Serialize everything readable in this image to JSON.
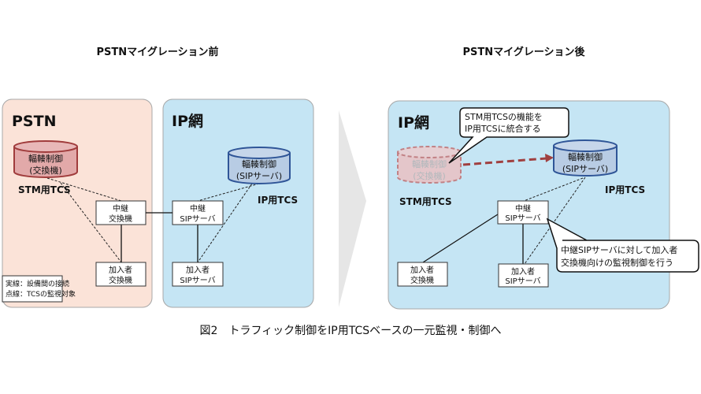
{
  "titles": {
    "before": "PSTNマイグレーション前",
    "after": "PSTNマイグレーション後"
  },
  "caption": "図2　トラフィック制御をIP用TCSベースの一元監視・制御へ",
  "before": {
    "pstn": {
      "label": "PSTN",
      "tcs_db": {
        "line1": "輻輳制御",
        "line2": "(交換機)"
      },
      "tcs_label": "STM用TCS",
      "relay": {
        "line1": "中継",
        "line2": "交換機"
      },
      "subscriber": {
        "line1": "加入者",
        "line2": "交換機"
      },
      "legend": {
        "solid": "実線：設備間の接続",
        "dotted": "点線：TCSの監視対象"
      }
    },
    "ip": {
      "label": "IP網",
      "tcs_db": {
        "line1": "輻輳制御",
        "line2": "(SIPサーバ)"
      },
      "tcs_label": "IP用TCS",
      "relay": {
        "line1": "中継",
        "line2": "SIPサーバ"
      },
      "subscriber": {
        "line1": "加入者",
        "line2": "SIPサーバ"
      }
    }
  },
  "after": {
    "label": "IP網",
    "old_db": {
      "line1": "輻輳制御",
      "line2": "(交換機)"
    },
    "old_tcs_label": "STM用TCS",
    "tcs_db": {
      "line1": "輻輳制御",
      "line2": "(SIPサーバ)"
    },
    "tcs_label": "IP用TCS",
    "relay": {
      "line1": "中継",
      "line2": "SIPサーバ"
    },
    "subscriber_exchange": {
      "line1": "加入者",
      "line2": "交換機"
    },
    "subscriber_sip": {
      "line1": "加入者",
      "line2": "SIPサーバ"
    },
    "callout_merge": {
      "line1": "STM用TCSの機能を",
      "line2": "IP用TCSに統合する"
    },
    "callout_control": {
      "line1": "中継SIPサーバに対して加入者",
      "line2": "交換機向けの監視制御を行う"
    }
  },
  "colors": {
    "pstn_bg": "#fbe3d8",
    "ip_bg": "#c5e5f4",
    "stm_db": "#a03c3c",
    "ip_db": "#2f5597"
  }
}
